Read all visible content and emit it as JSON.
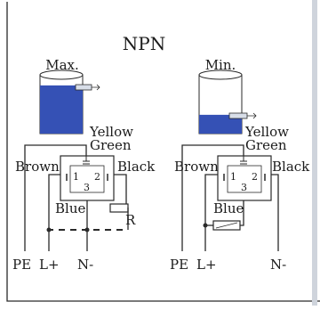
{
  "title": "NPN",
  "sensors": [
    {
      "label": "Max.",
      "level": 0.82
    },
    {
      "label": "Min.",
      "level": 0.32
    }
  ],
  "wires": {
    "yellow": "Yellow",
    "green": "Green",
    "brown": "Brown",
    "black": "Black",
    "blue": "Blue"
  },
  "pins": {
    "p1": "1",
    "p2": "2",
    "p3": "3"
  },
  "load_label": "R",
  "terminals_left": [
    "PE",
    "L+",
    "N-"
  ],
  "terminals_right": [
    "PE",
    "L+",
    "N-"
  ],
  "colors": {
    "liquid": "#3551b5",
    "line": "#2a2a2a"
  }
}
